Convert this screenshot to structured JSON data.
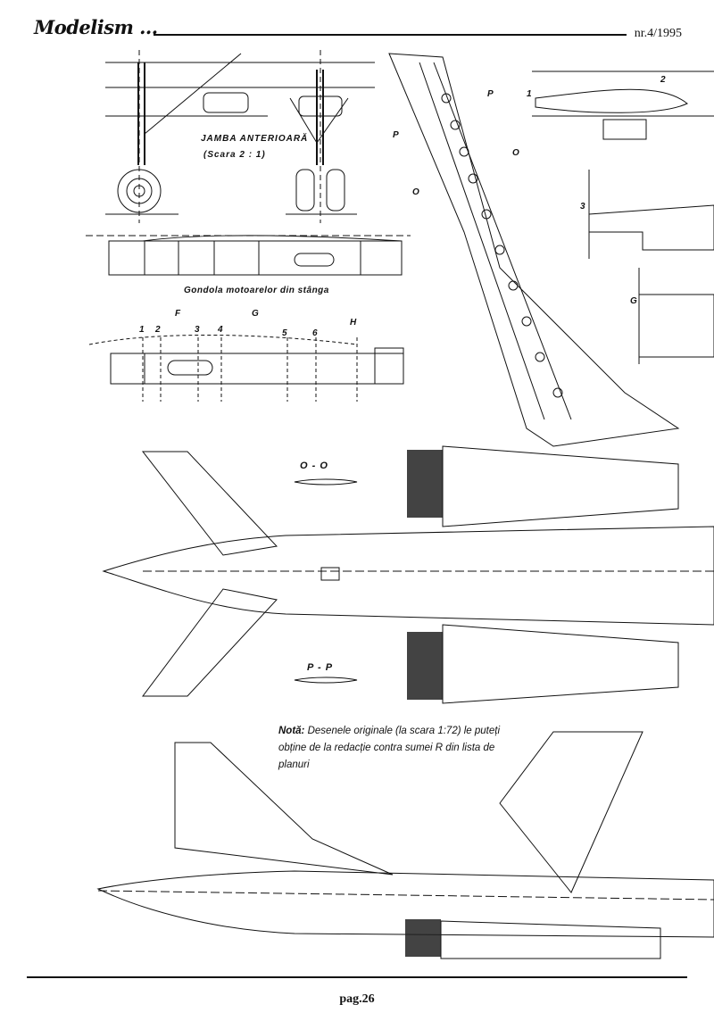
{
  "header": {
    "masthead": "Modelism ...",
    "issue": "nr.4/1995"
  },
  "labels": {
    "landing_gear_title": "JAMBA ANTERIOARĂ",
    "landing_gear_scale": "(Scara 2 : 1)",
    "engine_nacelle": "Gondola motoarelor din stânga",
    "section_o": "O - O",
    "section_p": "P - P",
    "mark_p": "P",
    "mark_o": "O",
    "mark_f": "F",
    "mark_g": "G",
    "mark_h": "H",
    "num_1": "1",
    "num_2": "2",
    "num_3": "3",
    "num_4": "4",
    "num_5": "5",
    "num_6": "6",
    "side_1": "1",
    "side_2": "2",
    "side_3": "3",
    "side_g": "G"
  },
  "note": {
    "heading": "Notă:",
    "text": "Desenele originale (la scara 1:72) le puteți obține de la redacție contra sumei R din lista de planuri"
  },
  "footer": {
    "page": "pag.26"
  }
}
